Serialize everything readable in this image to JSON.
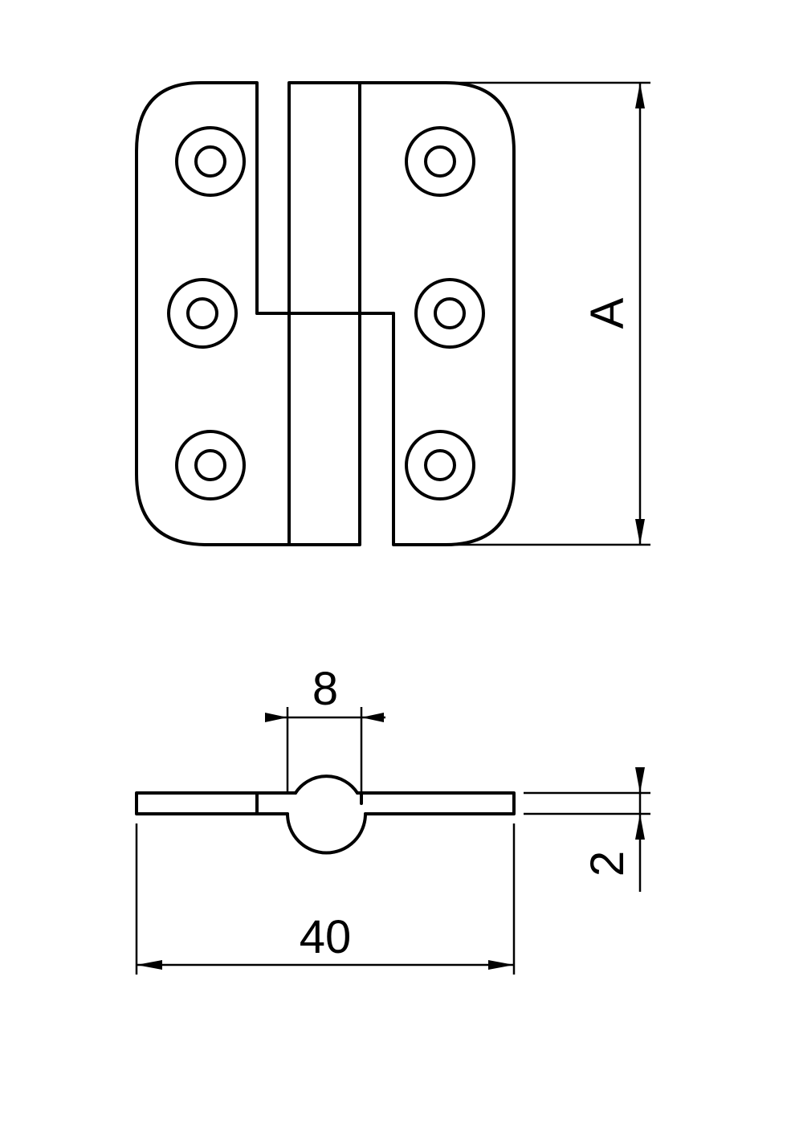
{
  "drawing": {
    "stroke_color": "#000000",
    "background_color": "#ffffff",
    "dimensions": {
      "height_label": "A",
      "knuckle_width_label": "8",
      "overall_width_label": "40",
      "thickness_label": "2"
    },
    "views": [
      "top-view",
      "side-view"
    ],
    "screw_holes_per_leaf": 3
  }
}
